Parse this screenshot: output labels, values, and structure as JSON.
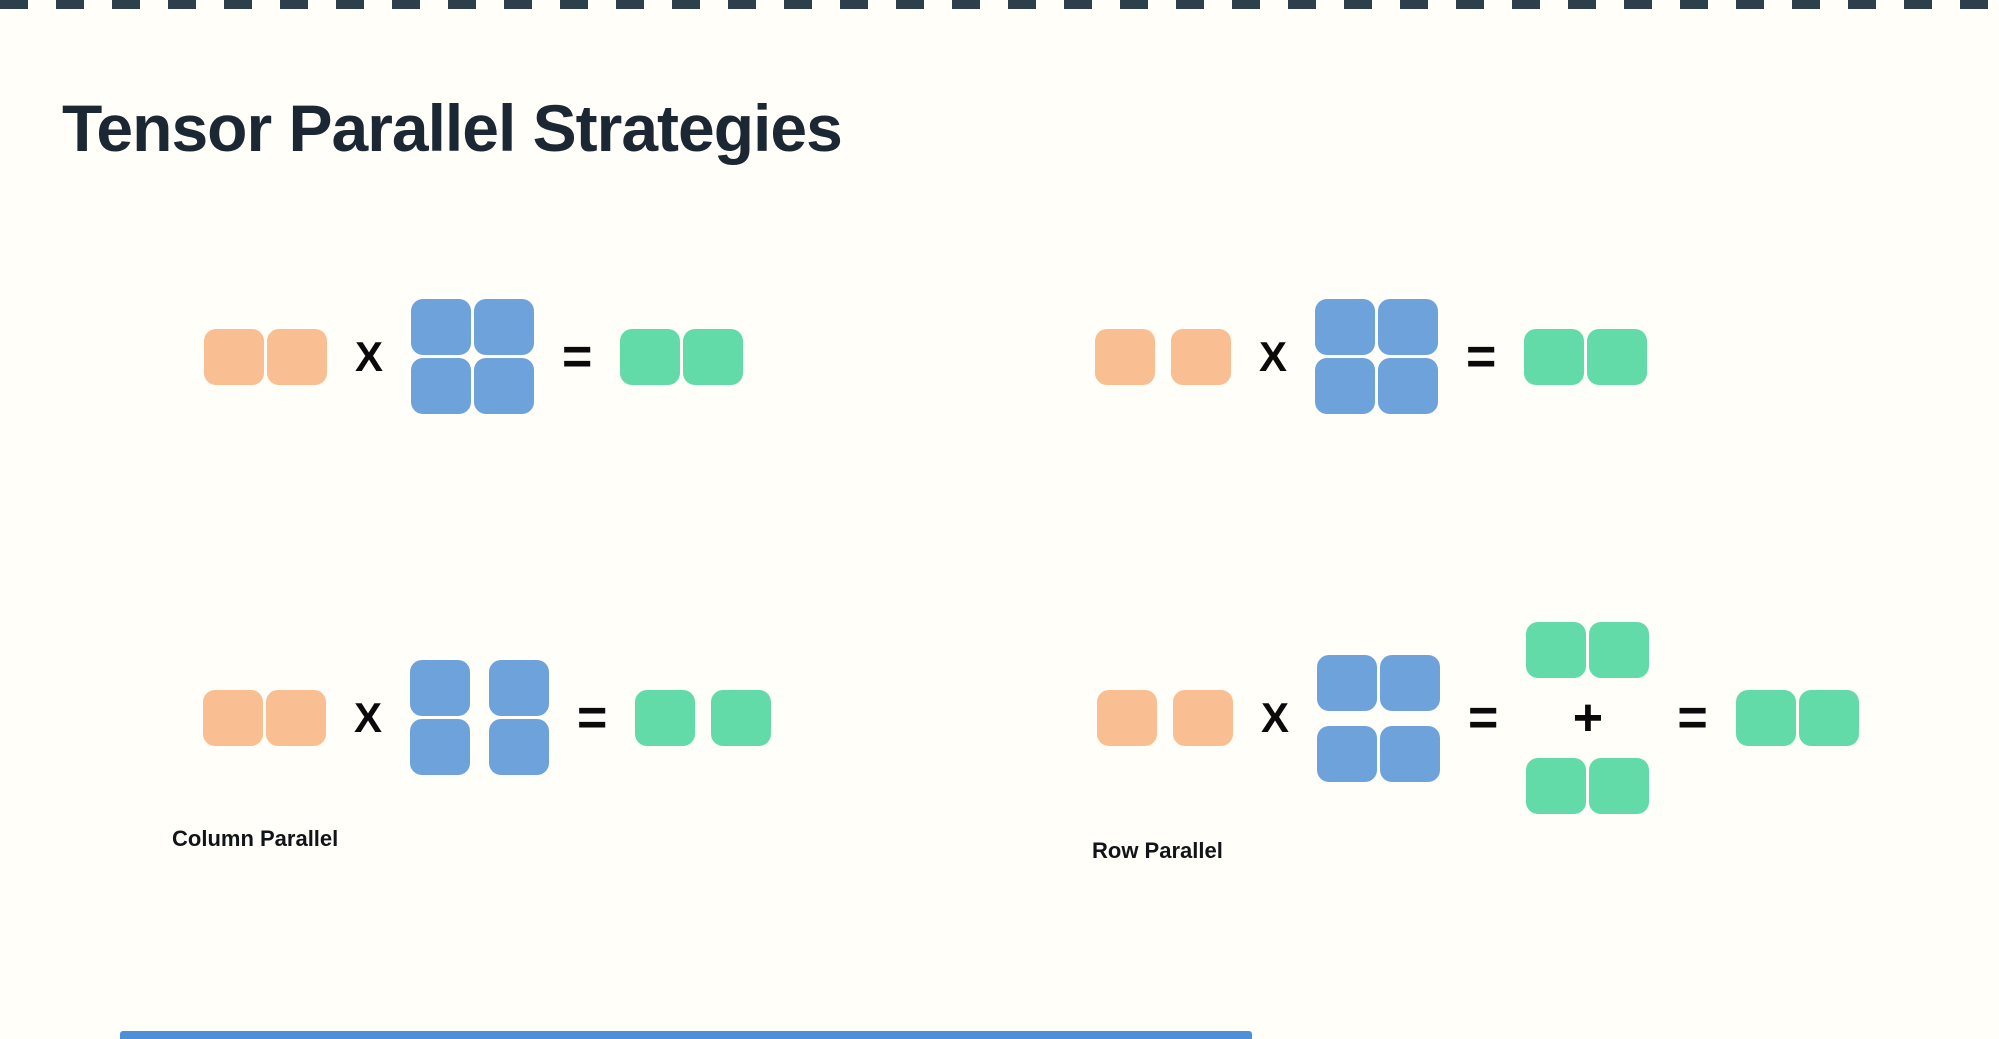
{
  "title": "Tensor Parallel Strategies",
  "operators": {
    "times": "X",
    "equals": "=",
    "plus": "+"
  },
  "palette": {
    "input": "#F9BE91",
    "weight": "#6EA2DB",
    "output": "#63DBA8"
  },
  "decor": {
    "top_border_color": "#2E3F4C",
    "bottom_bar_color": "#4B90D8",
    "background": "#FFFEF9",
    "title_color": "#1B2733"
  },
  "diagrams": [
    {
      "id": "top-left",
      "label": "",
      "sequence": [
        {
          "kind": "pair",
          "role": "input",
          "split": false
        },
        {
          "kind": "op",
          "symbol": "times"
        },
        {
          "kind": "grid",
          "role": "weight",
          "split": "none"
        },
        {
          "kind": "op",
          "symbol": "equals"
        },
        {
          "kind": "pair",
          "role": "output",
          "split": false
        }
      ]
    },
    {
      "id": "top-right",
      "label": "",
      "sequence": [
        {
          "kind": "pair",
          "role": "input",
          "split": true
        },
        {
          "kind": "op",
          "symbol": "times"
        },
        {
          "kind": "grid",
          "role": "weight",
          "split": "none"
        },
        {
          "kind": "op",
          "symbol": "equals"
        },
        {
          "kind": "pair",
          "role": "output",
          "split": false
        }
      ]
    },
    {
      "id": "bottom-left",
      "label": "Column Parallel",
      "sequence": [
        {
          "kind": "pair",
          "role": "input",
          "split": false
        },
        {
          "kind": "op",
          "symbol": "times"
        },
        {
          "kind": "grid",
          "role": "weight",
          "split": "columns"
        },
        {
          "kind": "op",
          "symbol": "equals"
        },
        {
          "kind": "pair",
          "role": "output",
          "split": true
        }
      ]
    },
    {
      "id": "bottom-right",
      "label": "Row Parallel",
      "sequence": [
        {
          "kind": "pair",
          "role": "input",
          "split": true
        },
        {
          "kind": "op",
          "symbol": "times"
        },
        {
          "kind": "grid",
          "role": "weight",
          "split": "rows"
        },
        {
          "kind": "op",
          "symbol": "equals"
        },
        {
          "kind": "sumstack",
          "role": "output"
        },
        {
          "kind": "op",
          "symbol": "equals"
        },
        {
          "kind": "pair",
          "role": "output",
          "split": false
        }
      ]
    }
  ]
}
